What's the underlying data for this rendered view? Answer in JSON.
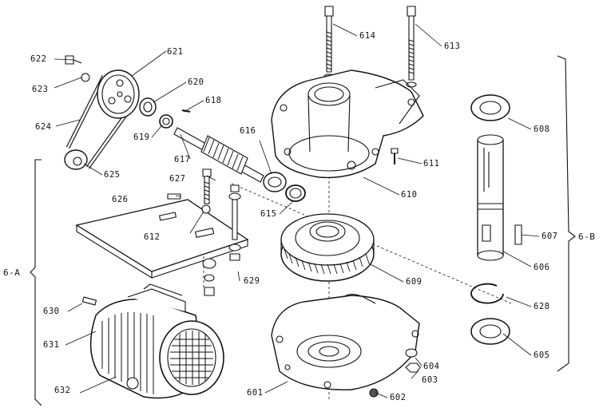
{
  "labels": {
    "p601": "601",
    "p602": "602",
    "p603": "603",
    "p604": "604",
    "p605": "605",
    "p606": "606",
    "p607": "607",
    "p608": "608",
    "p609": "609",
    "p610": "610",
    "p611": "611",
    "p612": "612",
    "p613": "613",
    "p614": "614",
    "p615": "615",
    "p616": "616",
    "p617": "617",
    "p618": "618",
    "p619": "619",
    "p620": "620",
    "p621": "621",
    "p622": "622",
    "p623": "623",
    "p624": "624",
    "p625": "625",
    "p626": "626",
    "p627": "627",
    "p628": "628",
    "p629": "629",
    "p630": "630",
    "p631": "631",
    "p632": "632"
  },
  "groups": {
    "a": "6-A",
    "b": "6-B"
  }
}
